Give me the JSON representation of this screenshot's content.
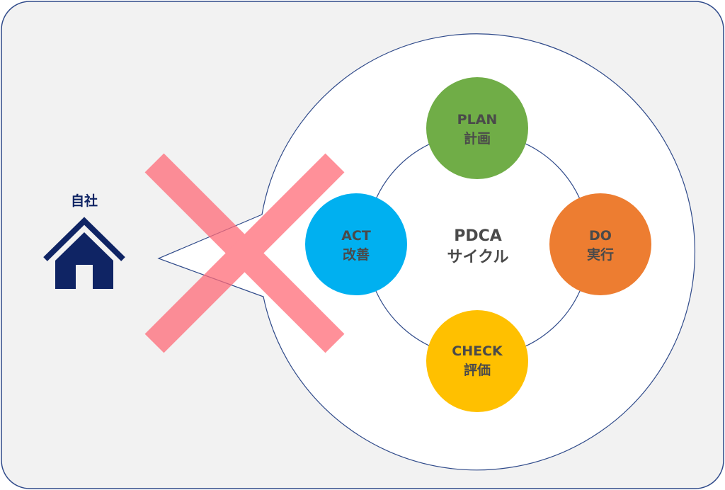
{
  "company_label": "自社",
  "cycle": {
    "title_line1": "PDCA",
    "title_line2": "サイクル"
  },
  "stages": {
    "plan": {
      "en": "PLAN",
      "ja": "計画",
      "color": "#70AD47"
    },
    "do": {
      "en": "DO",
      "ja": "実行",
      "color": "#ED7D31"
    },
    "check": {
      "en": "CHECK",
      "ja": "評価",
      "color": "#FFC000"
    },
    "act": {
      "en": "ACT",
      "ja": "改善",
      "color": "#00B0F0"
    }
  },
  "colors": {
    "panel_bg": "#F2F2F2",
    "panel_border": "#2F4A8A",
    "bubble_fill": "#FFFFFF",
    "house": "#0F2464",
    "stage_text": "#4A4A4A",
    "cross": "#FF6B78"
  },
  "icons": {
    "house": "house-icon",
    "cross": "cross-mark-icon"
  }
}
